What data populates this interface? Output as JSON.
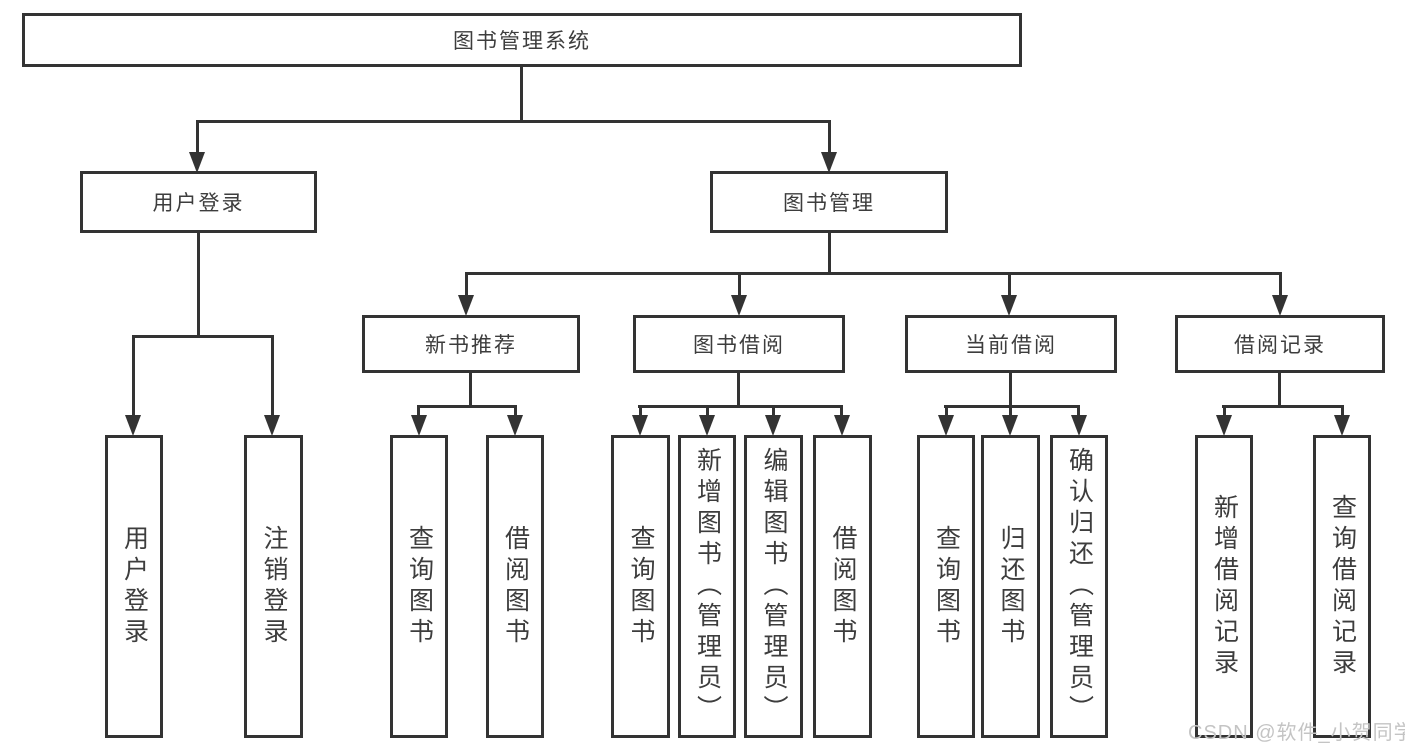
{
  "root": {
    "label": "图书管理系统"
  },
  "branches": [
    {
      "label": "用户登录",
      "children": [
        {
          "label": "用户登录"
        },
        {
          "label": "注销登录"
        }
      ]
    },
    {
      "label": "图书管理",
      "children": [
        {
          "label": "新书推荐",
          "children": [
            {
              "label": "查询图书"
            },
            {
              "label": "借阅图书"
            }
          ]
        },
        {
          "label": "图书借阅",
          "children": [
            {
              "label": "查询图书"
            },
            {
              "label": "新增图书（管理员）"
            },
            {
              "label": "编辑图书（管理员）"
            },
            {
              "label": "借阅图书"
            }
          ]
        },
        {
          "label": "当前借阅",
          "children": [
            {
              "label": "查询图书"
            },
            {
              "label": "归还图书"
            },
            {
              "label": "确认归还（管理员）"
            }
          ]
        },
        {
          "label": "借阅记录",
          "children": [
            {
              "label": "新增借阅记录"
            },
            {
              "label": "查询借阅记录"
            }
          ]
        }
      ]
    }
  ],
  "watermark": "CSDN @软件_小贺同学"
}
